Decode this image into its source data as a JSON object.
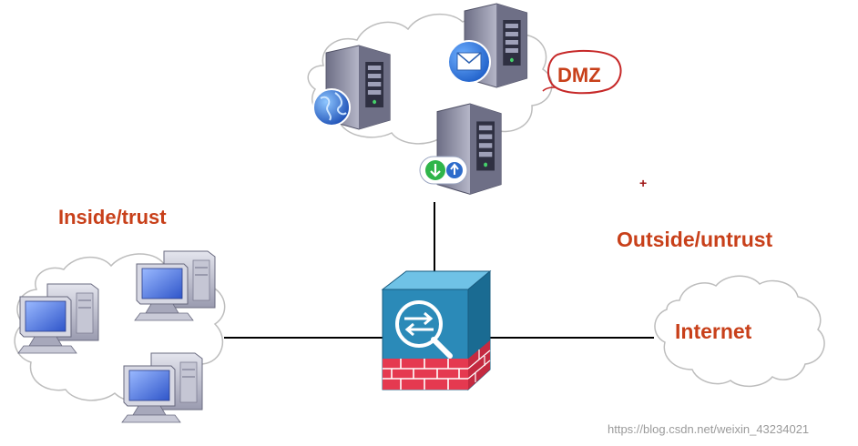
{
  "labels": {
    "inside": "Inside/trust",
    "outside": "Outside/untrust",
    "dmz": "DMZ",
    "internet": "Internet",
    "plus": "+"
  },
  "watermark": "https://blog.csdn.net/weixin_43234021",
  "colors": {
    "label_text": "#c8401a",
    "dmz_ring": "#c62828",
    "link": "#000000",
    "cloud_stroke": "#bdbdbd",
    "firewall_face": "#2b8ab8",
    "firewall_top": "#6fc2e6",
    "firewall_side": "#1a6b92",
    "brick": "#e53950",
    "server_body": "#8e8fa6",
    "screen_blue": "#4a78d8",
    "watermark": "#9a9a9a"
  },
  "icons": {
    "firewall": "firewall-icon",
    "web_server": "globe-server-icon",
    "mail_server": "mail-server-icon",
    "ftp_server": "transfer-server-icon",
    "workstation": "workstation-icon",
    "cloud": "cloud-icon"
  }
}
